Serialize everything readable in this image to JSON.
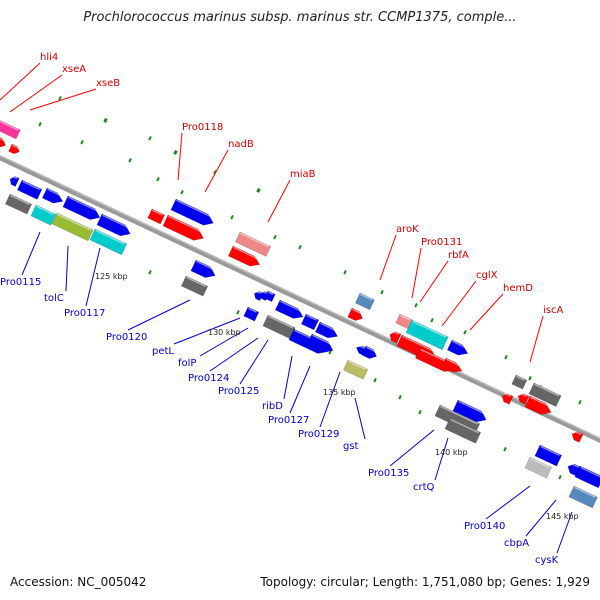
{
  "title": "Prochlorococcus marinus subsp. marinus str. CCMP1375, comple...",
  "accession": "Accession: NC_005042",
  "topology": "Topology: circular; Length: 1,751,080 bp; Genes: 1,929",
  "colors": {
    "backbone": "#888888",
    "tick": "#1a8a1a",
    "red": "#ff0000",
    "blue": "#0000ee",
    "gray": "#666666",
    "cyan": "#00cccc",
    "olive": "#99bb33",
    "pink": "#ff3399",
    "salmon": "#ee8888",
    "steel": "#5588bb",
    "tan": "#bbbb66",
    "lightgray": "#bbbbbb"
  },
  "scale_labels": [
    "125 kbp",
    "130 kbp",
    "135 kbp",
    "140 kbp",
    "145 kbp"
  ],
  "gene_labels_top": [
    "hli4",
    "xseA",
    "xseB",
    "Pro0118",
    "nadB",
    "miaB",
    "aroK",
    "Pro0131",
    "rbfA",
    "cglX",
    "hemD",
    "iscA"
  ],
  "gene_labels_bottom": [
    "Pro0115",
    "tolC",
    "Pro0117",
    "Pro0120",
    "petL",
    "folP",
    "Pro0124",
    "Pro0125",
    "ribD",
    "Pro0127",
    "Pro0129",
    "gst",
    "Pro0135",
    "crtQ",
    "Pro0140",
    "cbpA",
    "cysK"
  ]
}
